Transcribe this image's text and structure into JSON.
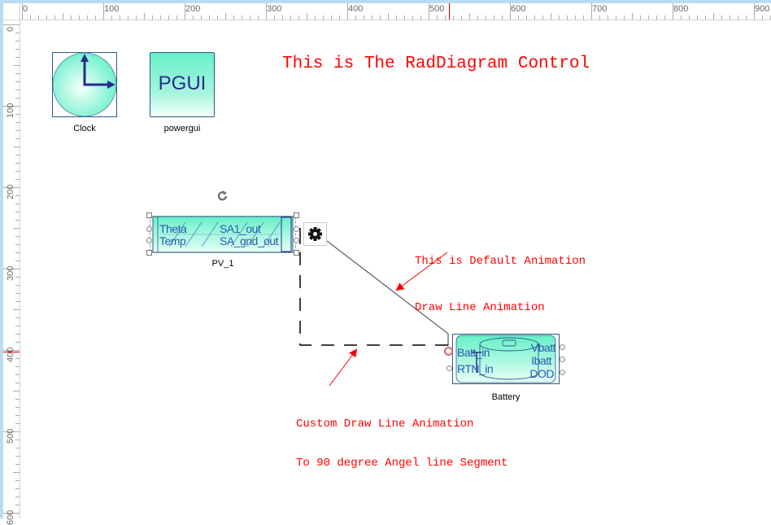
{
  "rulers": {
    "horizontal": [
      "0",
      "100",
      "200",
      "300",
      "400",
      "500",
      "600",
      "700",
      "800",
      "900"
    ],
    "vertical": [
      "0",
      "100",
      "200",
      "300",
      "400",
      "500",
      "600"
    ],
    "marker_color": "#cc0000"
  },
  "title_annotation": "This is The RadDiagram Control",
  "annotations": {
    "default": [
      "This is Default Animation",
      "Draw Line Animation"
    ],
    "custom": [
      "Custom Draw Line Animation",
      "To 90 degree Angel line Segment"
    ],
    "color": "#ff0000"
  },
  "shapes": {
    "clock": {
      "label": "Clock",
      "icon": "clock-icon"
    },
    "powergui": {
      "label": "powergui",
      "text": "PGUI"
    },
    "pv": {
      "label": "PV_1",
      "inputs": [
        "Theta",
        "Temp"
      ],
      "outputs": [
        "SA1_out",
        "SA_gnd_out"
      ]
    },
    "battery": {
      "label": "Battery",
      "inputs": [
        "Batt_in",
        "RTN_in"
      ],
      "outputs": [
        "Vbatt",
        "Ibatt",
        "DOD"
      ]
    }
  },
  "toolbar": {
    "settings_icon": "gear-icon",
    "rotate_icon": "rotate-icon"
  },
  "colors": {
    "shape_fill": "#66f0c8",
    "shape_border": "#2a5a8a",
    "port_text": "#2a5bb0"
  }
}
